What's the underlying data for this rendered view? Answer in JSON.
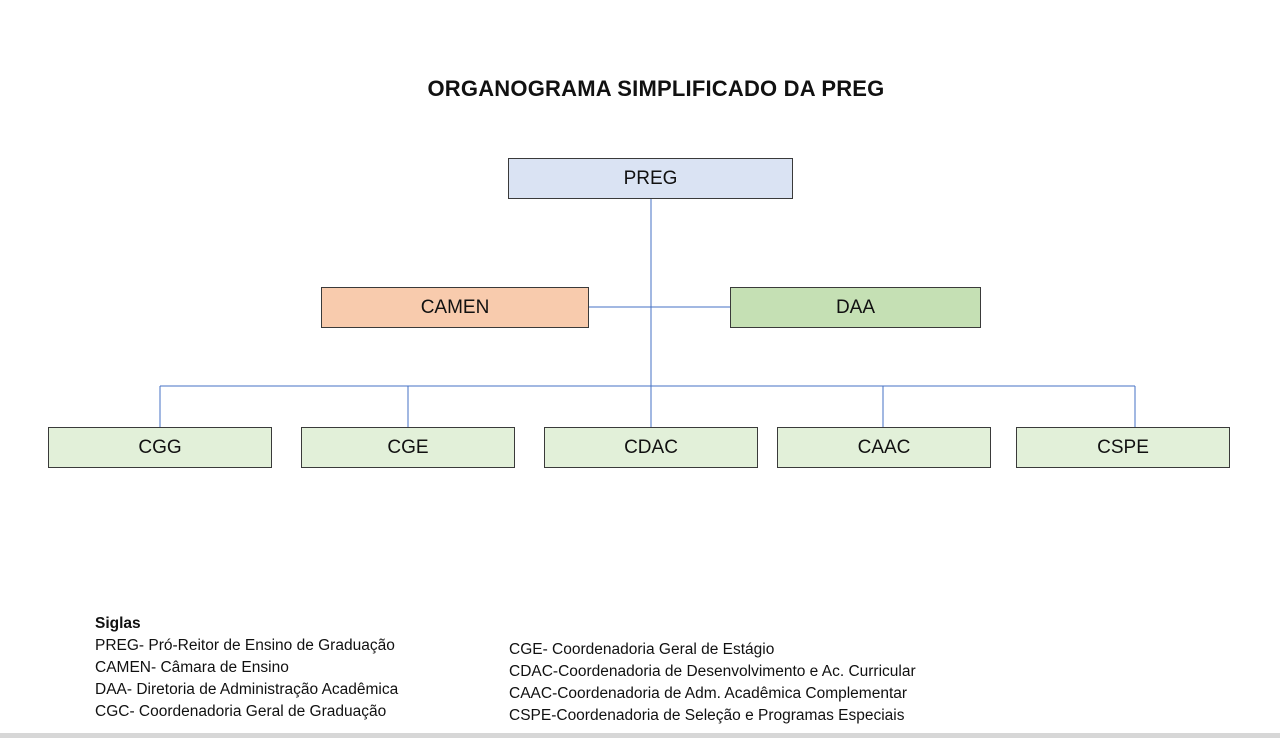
{
  "title": "ORGANOGRAMA SIMPLIFICADO DA PREG",
  "colors": {
    "root_fill": "#dae3f3",
    "camen_fill": "#f8cbad",
    "daa_fill": "#c5e0b4",
    "unit_fill": "#e2f0d9",
    "connector": "#4472c4",
    "border": "#3a3a3a"
  },
  "nodes": {
    "root": "PREG",
    "camen": "CAMEN",
    "daa": "DAA",
    "units": [
      "CGG",
      "CGE",
      "CDAC",
      "CAAC",
      "CSPE"
    ]
  },
  "legend": {
    "heading": "Siglas",
    "left": [
      "PREG- Pró-Reitor de Ensino de Graduação",
      "CAMEN- Câmara de Ensino",
      "DAA- Diretoria de Administração Acadêmica",
      "CGC- Coordenadoria Geral de Graduação"
    ],
    "right": [
      "CGE- Coordenadoria Geral de Estágio",
      "CDAC-Coordenadoria de Desenvolvimento e Ac. Curricular",
      "CAAC-Coordenadoria de Adm. Acadêmica Complementar",
      "CSPE-Coordenadoria de Seleção e Programas Especiais"
    ]
  }
}
